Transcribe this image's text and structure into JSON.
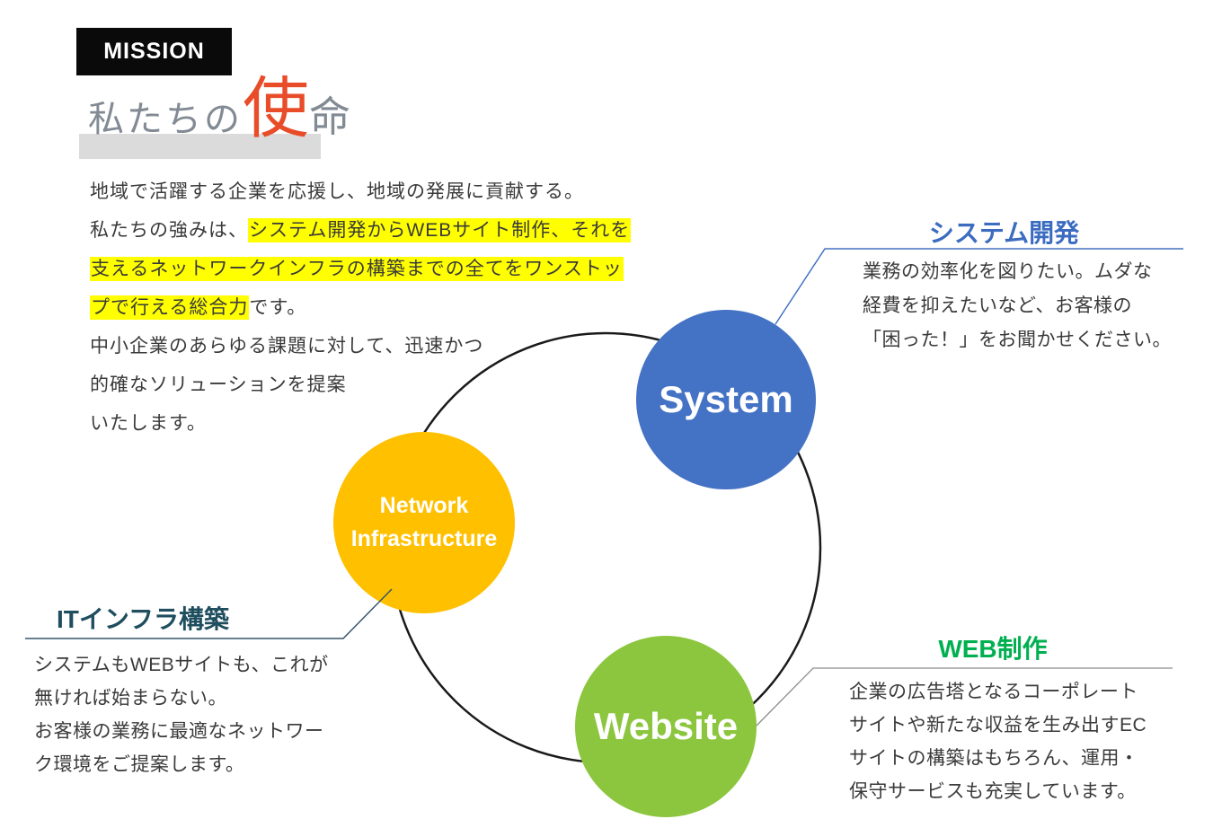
{
  "mission_label": "MISSION",
  "title": {
    "prefix": "私たちの",
    "accent": "使",
    "suffix": "命",
    "accent_color": "#e84c28",
    "gray_color": "#828a94"
  },
  "intro": {
    "line1": "地域で活躍する企業を応援し、地域の発展に貢献する。",
    "line2_normal": "私たちの強みは、",
    "line2_highlight": "システム開発からWEBサイト制作、それを",
    "line3_highlight": "支えるネットワークインフラの構築までの全てをワンストッ",
    "line4_highlight": "プで行える総合力",
    "line4_normal": "です。",
    "line5": "中小企業のあらゆる課題に対して、迅速かつ",
    "line6": "的確なソリューションを提案",
    "line7": "いたします。",
    "highlight_color": "#ffff00"
  },
  "ring": {
    "color": "#1a1a1a"
  },
  "circles": {
    "system": {
      "label": "System",
      "color": "#4472c4"
    },
    "network": {
      "label_line1": "Network",
      "label_line2": "Infrastructure",
      "color": "#ffc000"
    },
    "website": {
      "label": "Website",
      "color": "#8cc63f"
    }
  },
  "callouts": {
    "system": {
      "heading": "システム開発",
      "heading_color": "#3b6cc0",
      "line_color": "#4472c4",
      "lines": [
        "業務の効率化を図りたい。ムダな",
        "経費を抑えたいなど、お客様の",
        "「困った！」をお聞かせください。"
      ]
    },
    "web": {
      "heading": "WEB制作",
      "heading_color": "#00b050",
      "line_color": "#8c8c8c",
      "lines": [
        "企業の広告塔となるコーポレート",
        "サイトや新たな収益を生み出すEC",
        "サイトの構築はもちろん、運用・",
        "保守サービスも充実しています。"
      ]
    },
    "infra": {
      "heading": "ITインフラ構築",
      "heading_color": "#1f4e5f",
      "line_color": "#35566b",
      "lines": [
        "システムもWEBサイトも、これが",
        "無ければ始まらない。",
        "お客様の業務に最適なネットワー",
        "ク環境をご提案します。"
      ]
    }
  }
}
